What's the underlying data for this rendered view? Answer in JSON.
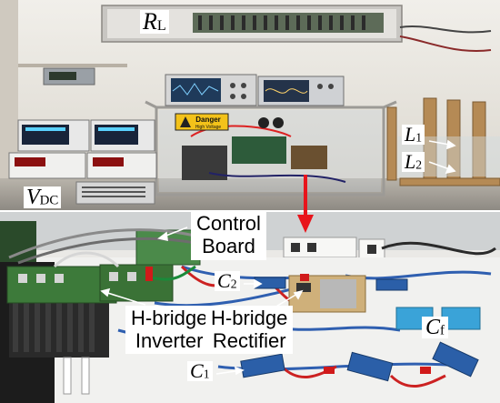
{
  "labels": {
    "rl": {
      "main": "R",
      "sub": "L"
    },
    "l1": {
      "main": "L",
      "sub": "1"
    },
    "l2": {
      "main": "L",
      "sub": "2"
    },
    "vdc": {
      "main": "V",
      "sub": "DC"
    },
    "control_board": {
      "line1": "Control",
      "line2": "Board"
    },
    "c2": {
      "main": "C",
      "sub": "2"
    },
    "hbridge_inverter": {
      "line1": "H-bridge",
      "line2": "Inverter"
    },
    "hbridge_rectifier": {
      "line1": "H-bridge",
      "line2": "Rectifier"
    },
    "cf": {
      "main": "C",
      "sub": "f"
    },
    "c1": {
      "main": "C",
      "sub": "1"
    }
  },
  "danger_sign": {
    "title": "Danger",
    "subtitle": "High Voltage"
  },
  "colors": {
    "arrow": "#e8141b",
    "label_bg": "#ffffff",
    "bench_top": "#d8d4cc",
    "bench_bottom": "#e6e6e4"
  }
}
